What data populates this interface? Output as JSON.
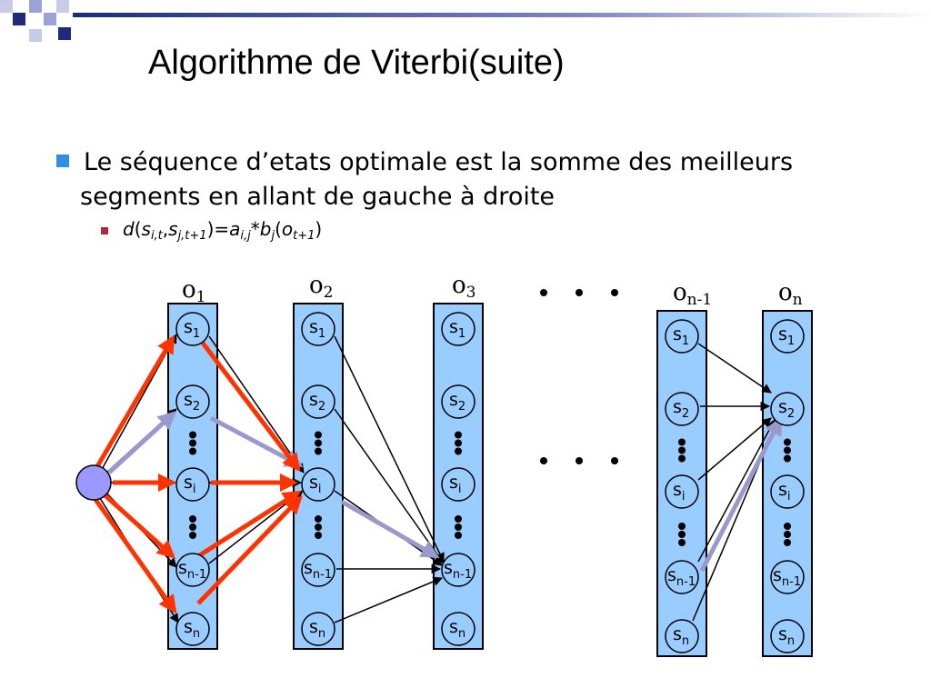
{
  "slide": {
    "title": "Algorithme de Viterbi(suite)",
    "bullet_line1": "Le séquence d’etats optimale est la somme des meilleurs",
    "bullet_line2": "segments en allant de gauche à droite",
    "formula": {
      "d": "d",
      "s1": "s",
      "s1_sub": "i,t",
      "comma": ",",
      "s2": "s",
      "s2_sub": "j,t+1",
      "eq": ")=",
      "a": "a",
      "a_sub": "i,j",
      "star": "*",
      "b": "b",
      "b_sub": "j",
      "o": "o",
      "o_sub": "t+1",
      "close": ")",
      "open": "("
    }
  },
  "diagram": {
    "observations": [
      {
        "base": "o",
        "sub": "1"
      },
      {
        "base": "o",
        "sub": "2"
      },
      {
        "base": "o",
        "sub": "3"
      },
      {
        "base": "o",
        "sub": "n-1"
      },
      {
        "base": "o",
        "sub": "n"
      }
    ],
    "state_labels": [
      {
        "base": "s",
        "sub": "1"
      },
      {
        "base": "s",
        "sub": "2"
      },
      {
        "base": "s",
        "sub": "i"
      },
      {
        "base": "s",
        "sub": "n-1"
      },
      {
        "base": "s",
        "sub": "n"
      }
    ],
    "colors": {
      "column_fill": "#99ccff",
      "node_fill": "#99ccff",
      "start_node_fill": "#9999ff",
      "best_path": "#ff3300",
      "candidate_path": "#9999cc",
      "arrow": "#000000"
    }
  },
  "decor": {
    "square_colors": [
      "#1f2a7a",
      "#9aa3d6",
      "#c7cbe8"
    ]
  }
}
